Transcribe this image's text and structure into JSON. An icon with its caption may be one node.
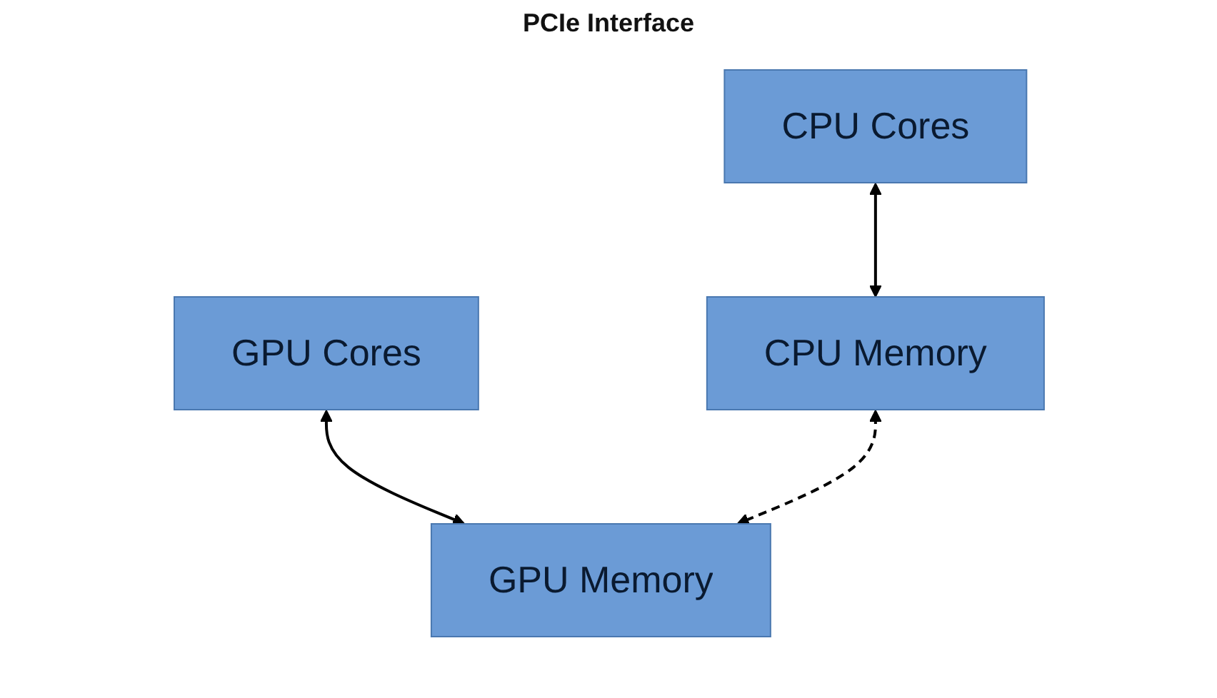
{
  "diagram": {
    "nodes": [
      {
        "text": [
          "CPU Cores"
        ]
      },
      {
        "text": [
          "CPU Memory"
        ]
      },
      {
        "text": [
          "GPU Cores"
        ]
      },
      {
        "text": [
          "GPU Memory"
        ]
      }
    ],
    "edges": [
      {
        "from": 0,
        "to": 1,
        "arrow": "both"
      },
      {
        "from": 2,
        "to": 3,
        "arrow": "both"
      },
      {
        "from": 1,
        "to": 3,
        "arrow": "both",
        "style": "dashed"
      }
    ],
    "labels": [
      "PCIe Interface"
    ]
  }
}
